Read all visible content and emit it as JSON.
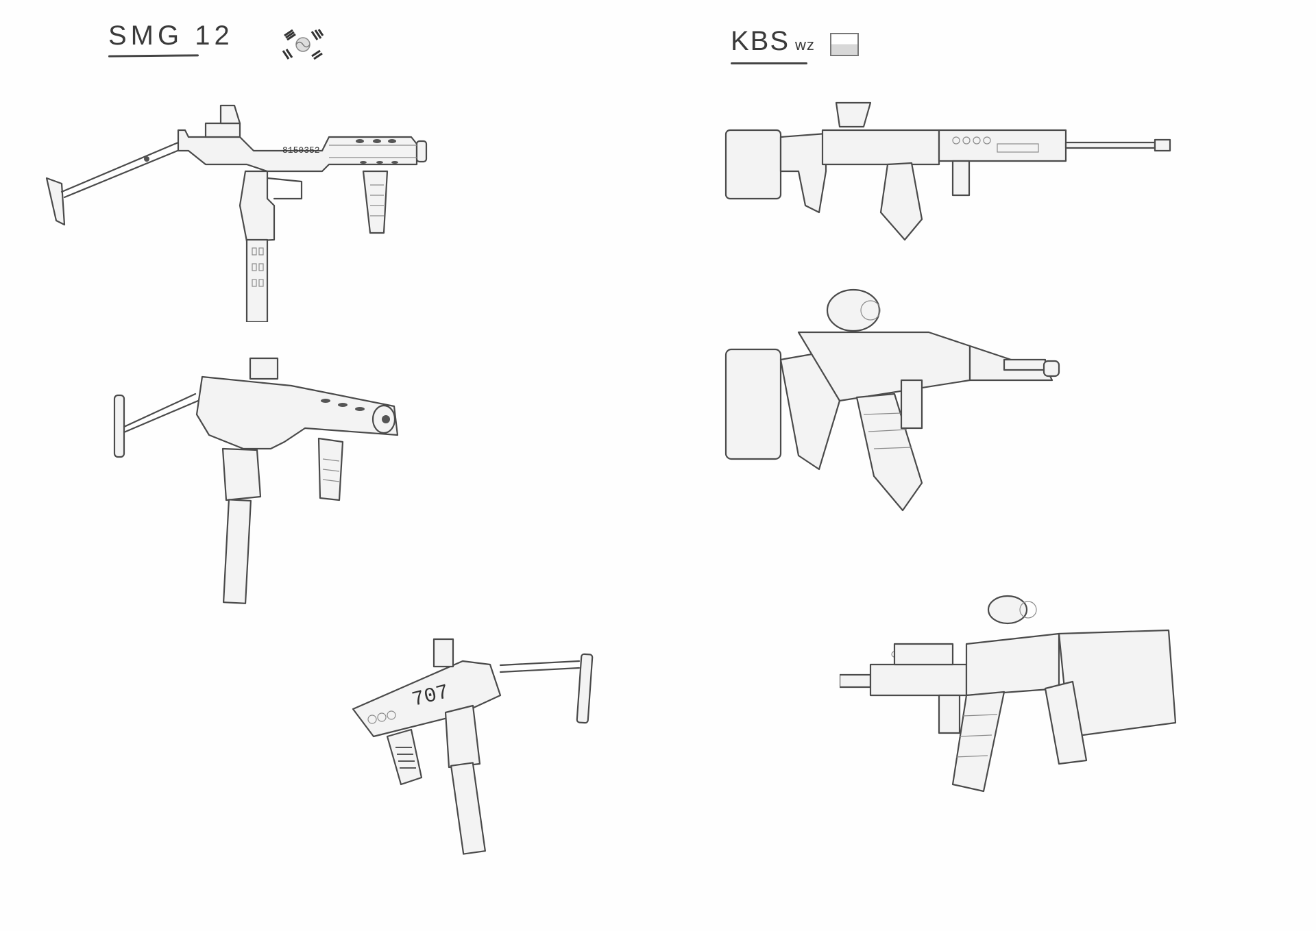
{
  "sheet": {
    "left_section": {
      "title": "SMG 12",
      "flag": "south-korea-flag-icon",
      "drawings": [
        {
          "view": "side",
          "marking": "8150352"
        },
        {
          "view": "three-quarter-front"
        },
        {
          "view": "three-quarter-rear",
          "marking": "707"
        }
      ]
    },
    "right_section": {
      "title": "KBS",
      "subtitle": "wz",
      "flag": "poland-flag-icon",
      "drawings": [
        {
          "view": "side-right"
        },
        {
          "view": "three-quarter-front"
        },
        {
          "view": "side-left"
        }
      ]
    },
    "colors": {
      "paper": "#fefefe",
      "pencil": "#4a4a4a"
    }
  }
}
